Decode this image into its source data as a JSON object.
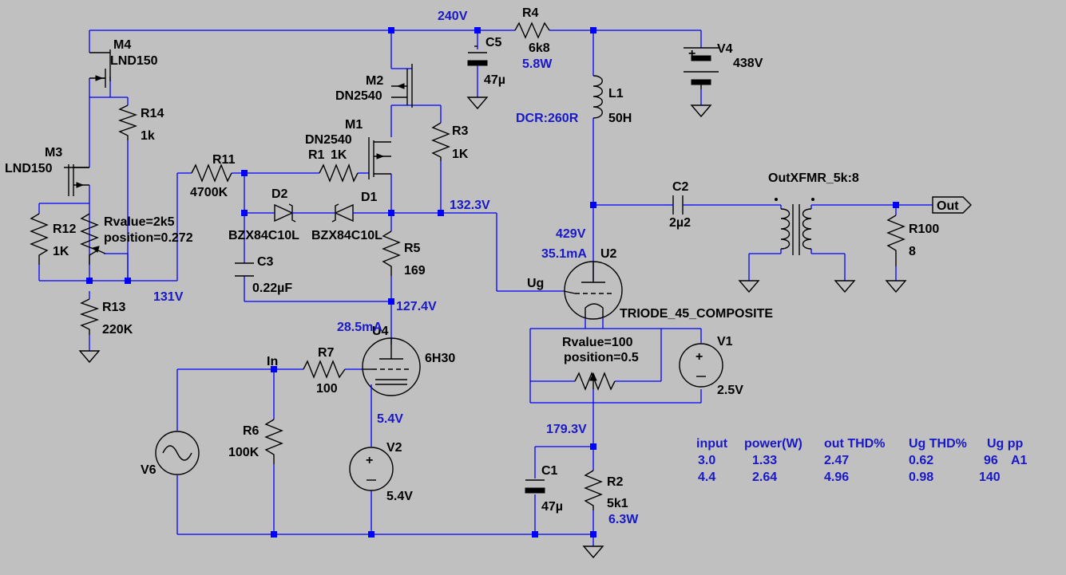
{
  "components": {
    "M4": {
      "ref": "M4",
      "value": "LND150"
    },
    "M3": {
      "ref": "M3",
      "value": "LND150"
    },
    "M2": {
      "ref": "M2",
      "value": "DN2540"
    },
    "M1": {
      "ref": "M1",
      "value": "DN2540"
    },
    "R14": {
      "ref": "R14",
      "value": "1k"
    },
    "R12": {
      "ref": "R12",
      "value": "1K"
    },
    "R13": {
      "ref": "R13",
      "value": "220K"
    },
    "R11": {
      "ref": "R11",
      "value": "4700K"
    },
    "R1": {
      "ref": "R1",
      "value": "1K"
    },
    "R3": {
      "ref": "R3",
      "value": "1K"
    },
    "R4": {
      "ref": "R4",
      "value": "6k8"
    },
    "R5": {
      "ref": "R5",
      "value": "169"
    },
    "R6": {
      "ref": "R6",
      "value": "100K"
    },
    "R7": {
      "ref": "R7",
      "value": "100"
    },
    "R2": {
      "ref": "R2",
      "value": "5k1"
    },
    "R100": {
      "ref": "R100",
      "value": "8"
    },
    "C1": {
      "ref": "C1",
      "value": "47µ"
    },
    "C2": {
      "ref": "C2",
      "value": "2µ2"
    },
    "C3": {
      "ref": "C3",
      "value": "0.22µF"
    },
    "C5": {
      "ref": "C5",
      "value": "47µ"
    },
    "D1": {
      "ref": "D1",
      "value": "BZX84C10L"
    },
    "D2": {
      "ref": "D2",
      "value": "BZX84C10L"
    },
    "L1": {
      "ref": "L1",
      "value": "50H",
      "note": "DCR:260R"
    },
    "V1": {
      "ref": "V1",
      "value": "2.5V"
    },
    "V2": {
      "ref": "V2",
      "value": "5.4V"
    },
    "V4": {
      "ref": "V4",
      "value": "438V"
    },
    "V6": {
      "ref": "V6"
    },
    "U2": {
      "ref": "U2",
      "value": "TRIODE_45_COMPOSITE"
    },
    "U4": {
      "ref": "U4",
      "value": "6H30"
    },
    "XFMR": {
      "value": "OutXFMR_5k:8"
    },
    "pot_r12": {
      "line1": "Rvalue=2k5",
      "line2": "position=0.272"
    },
    "pot_u2": {
      "line1": "Rvalue=100",
      "line2": "position=0.5"
    }
  },
  "nets": {
    "in": "In",
    "ug": "Ug",
    "out": "Out"
  },
  "readings": {
    "v240": "240V",
    "r4_power": "5.8W",
    "v132": "132.3V",
    "v131": "131V",
    "v429": "429V",
    "i_u2": "35.1mA",
    "v127": "127.4V",
    "i_u4": "28.5mA",
    "v54": "5.4V",
    "v179": "179.3V",
    "r2_power": "6.3W"
  },
  "results_table": {
    "headers": [
      "input",
      "power(W)",
      "out THD%",
      "Ug THD%",
      "Ug pp"
    ],
    "rows": [
      [
        "3.0",
        "1.33",
        "2.47",
        "0.62",
        "96",
        "A1"
      ],
      [
        "4.4",
        "2.64",
        "4.96",
        "0.98",
        "140",
        ""
      ]
    ]
  },
  "colors": {
    "background": "#c0c0c0",
    "wire": "#0000ff",
    "component": "#000000",
    "annotation": "#1818c8"
  }
}
